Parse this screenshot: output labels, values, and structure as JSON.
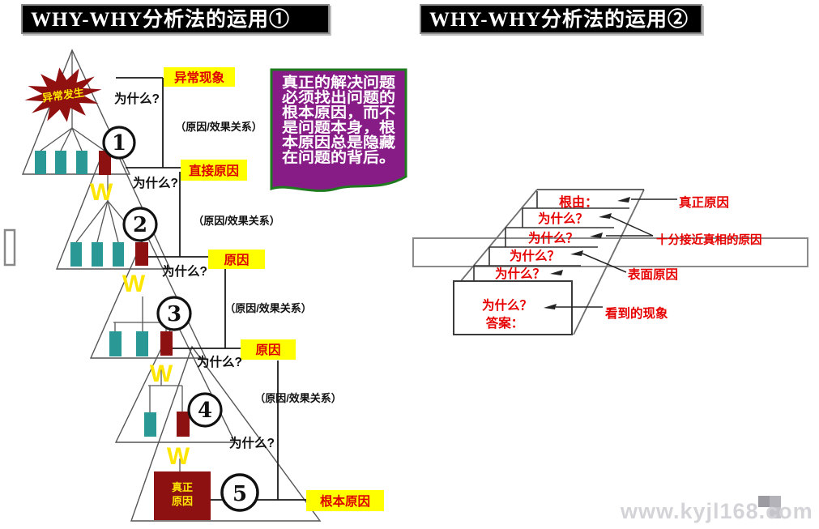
{
  "titles": {
    "left": "WHY-WHY分析法的运用①",
    "right": "WHY-WHY分析法的运用②"
  },
  "note": {
    "lines": [
      "真正的解决问题",
      "必须找出问题的",
      "根本原因，而不",
      "是问题本身，根",
      "本原因总是隐藏",
      "在问题的背后。"
    ]
  },
  "left_diagram": {
    "star_label": "异常发生",
    "w": "W",
    "circle_numbers": [
      "1",
      "2",
      "3",
      "4",
      "5"
    ],
    "stage_labels": [
      "异常现象",
      "直接原因",
      "原因",
      "原因",
      "根本原因"
    ],
    "why_labels": [
      "为什么?",
      "为什么?",
      "为什么?",
      "为什么?",
      "为什么?"
    ],
    "relation_labels": [
      "（原因/效果关系）",
      "（原因/效果关系）",
      "（原因/效果关系）",
      "（原因/效果关系）"
    ],
    "root_box": {
      "line1": "真正",
      "line2": "原因"
    }
  },
  "right_diagram": {
    "steps": [
      {
        "label": "根由："
      },
      {
        "label": "为什么？"
      },
      {
        "label": "为什么？"
      },
      {
        "label": "为什么？"
      },
      {
        "label": "为什么？"
      }
    ],
    "box": {
      "line1": "为什么？",
      "line2": "答案："
    },
    "annotations": [
      {
        "label": "真正原因"
      },
      {
        "label": "十分接近真相的原因"
      },
      {
        "label": "表面原因"
      },
      {
        "label": "看到的现象"
      }
    ]
  },
  "watermark": "www.kyjl168.com",
  "colors": {
    "maroon": "#8e1111",
    "teal": "#2a9894",
    "yellow": "#ffff00",
    "label_red": "#dd0000",
    "annotation_red": "#e60000",
    "purple": "#871c87",
    "green": "#1f7a1f"
  }
}
